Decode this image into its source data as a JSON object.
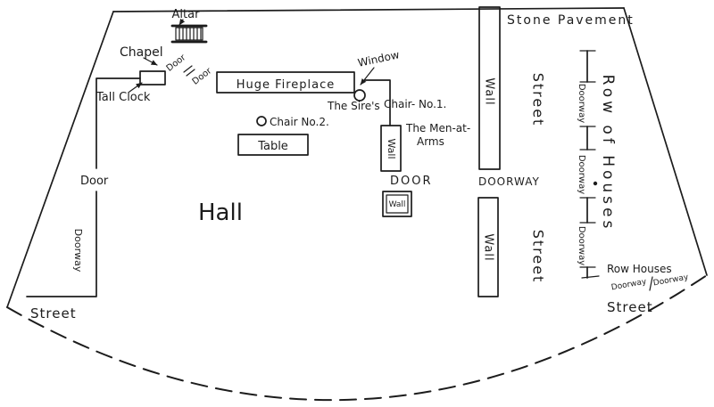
{
  "colors": {
    "ink": "#1c1c1c",
    "paper": "#ffffff"
  },
  "labels": {
    "altar": "Altar",
    "chapel": "Chapel",
    "door_a": "Door",
    "door_b": "Door",
    "tall_clock": "Tall Clock",
    "huge_fireplace": "Huge Fireplace",
    "window": "Window",
    "the_sires": "The Sire's",
    "chair_no1": "Chair- No.1.",
    "chair_no2": "Chair No.2.",
    "table": "Table",
    "hall": "Hall",
    "door_left": "Door",
    "doorway_left": "Doorway",
    "street_sw": "Street",
    "wall_a": "Wall",
    "men_at_arms_1": "The Men-at-",
    "men_at_arms_2": "Arms",
    "door_center": "DOOR",
    "wall_b": "Wall",
    "wall_right_upper": "Wall",
    "doorway_right": "DOORWAY",
    "wall_right_lower": "Wall",
    "street_ne": "Street",
    "street_se": "Street",
    "doorway_r1": "Doorway",
    "doorway_r2": "Doorway",
    "doorway_r3": "Doorway",
    "row_of_houses": "Row of Houses",
    "row_houses": "Row Houses",
    "doorway_br1": "Doorway",
    "doorway_br2": "Doorway",
    "street_br": "Street",
    "stone_pavement": "Stone Pavement"
  }
}
